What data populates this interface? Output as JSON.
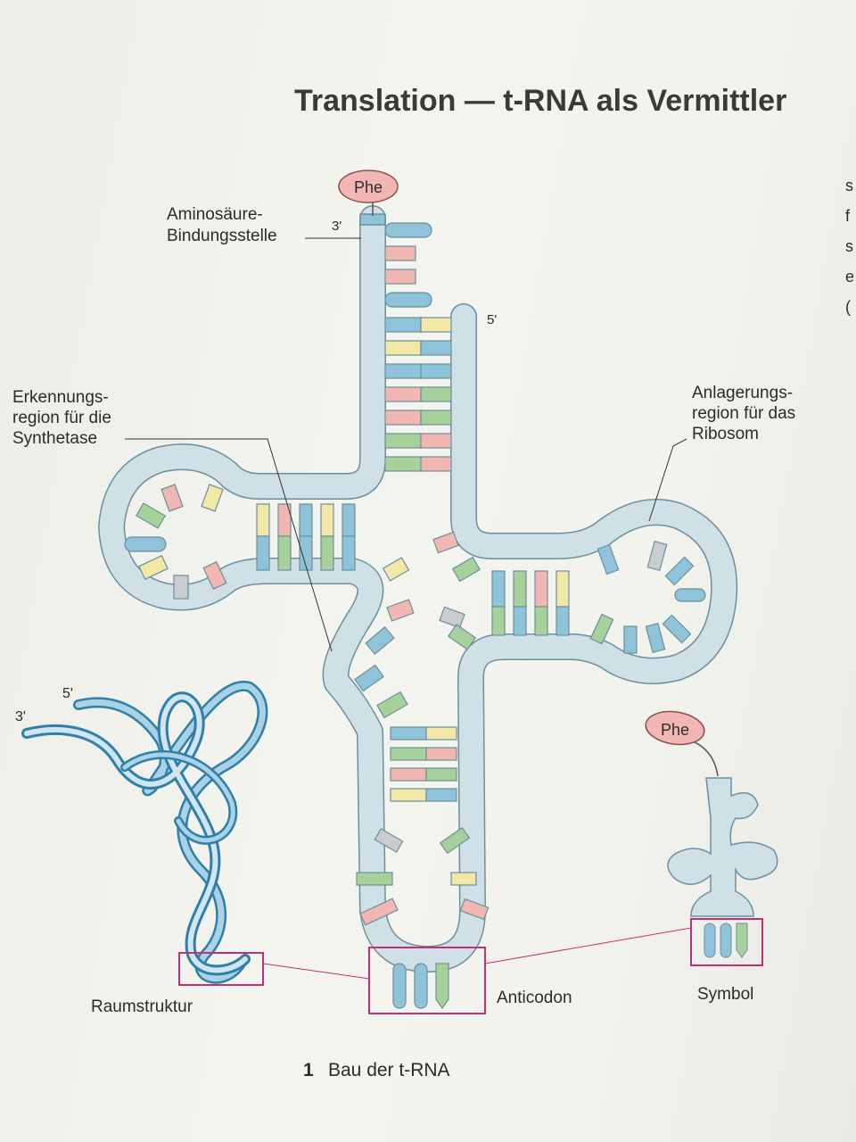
{
  "page": {
    "title": "Translation — t-RNA als Vermittler",
    "caption_number": "1",
    "caption_text": "Bau der t-RNA",
    "side_letters": [
      "s",
      "f",
      "s",
      "e",
      "("
    ]
  },
  "labels": {
    "phe_top": "Phe",
    "phe_symbol": "Phe",
    "prime_3_top": "3'",
    "prime_5_top": "5'",
    "aminosaeure_line1": "Aminosäure-",
    "aminosaeure_line2": "Bindungsstelle",
    "erkennung_line1": "Erkennungs-",
    "erkennung_line2": "region für die",
    "erkennung_line3": "Synthetase",
    "anlagerung_line1": "Anlagerungs-",
    "anlagerung_line2": "region für das",
    "anlagerung_line3": "Ribosom",
    "ribbon_5": "5'",
    "ribbon_3": "3'",
    "raumstruktur": "Raumstruktur",
    "anticodon": "Anticodon",
    "symbol": "Symbol"
  },
  "colors": {
    "backbone": "#cfe0e6",
    "backbone_stroke": "#6b8f9c",
    "blue": "#8fc3da",
    "green": "#a7d19a",
    "pink": "#f2b7b2",
    "yellow": "#f1e7a6",
    "grey": "#c9cdd0",
    "highlight": "#c0307a",
    "ribbon_dark": "#2f7fa8",
    "ribbon_light": "#a9d2e6"
  }
}
